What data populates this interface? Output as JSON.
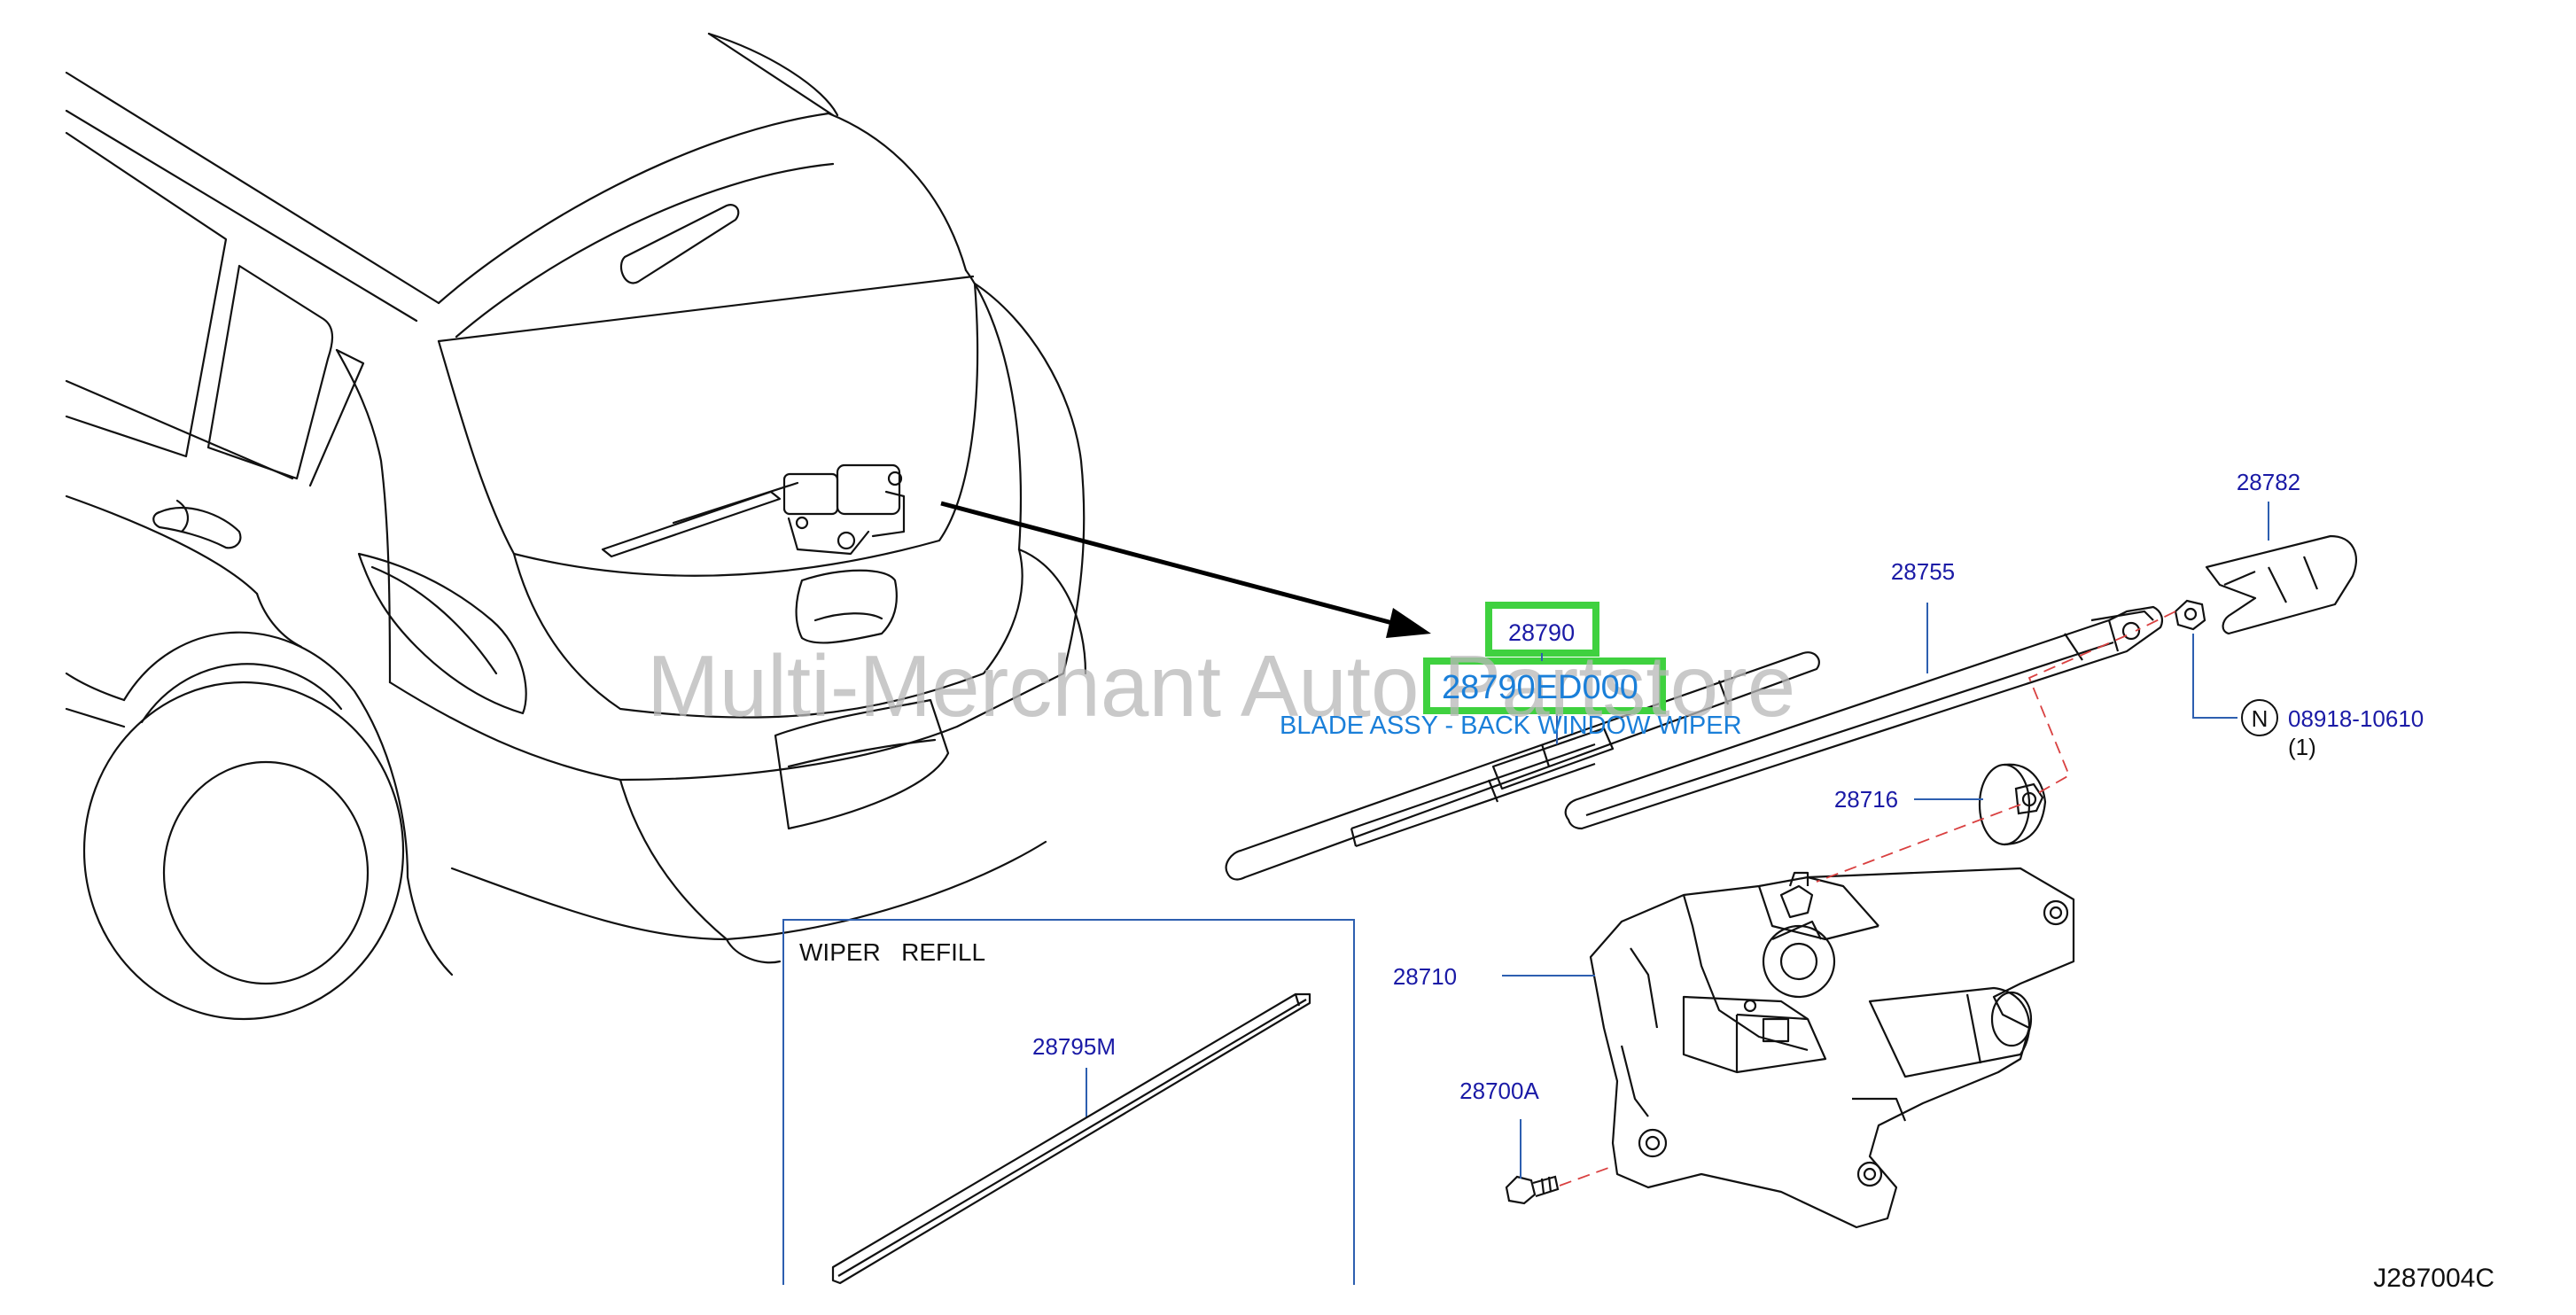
{
  "watermark": "Multi-Merchant Auto Partstore",
  "highlight": {
    "part_number": "28790",
    "oem_number": "28790ED000",
    "description": "BLADE ASSY - BACK WINDOW WIPER"
  },
  "callouts": {
    "p28782": "28782",
    "p28755": "28755",
    "p28716": "28716",
    "p28710": "28710",
    "p28700A": "28700A",
    "nut_symbol": "N",
    "nut_part": "08918-10610",
    "nut_qty": "(1)"
  },
  "refill_box": {
    "title": "WIPER   REFILL",
    "part": "28795M"
  },
  "diagram_code": "J287004C",
  "colors": {
    "callout_text": "#1a1aa6",
    "description_text": "#1a7fd9",
    "highlight_box": "#3fd13f",
    "dashed_line": "#d94040",
    "drawing_line": "#111111",
    "watermark": "#b8b8b8"
  }
}
